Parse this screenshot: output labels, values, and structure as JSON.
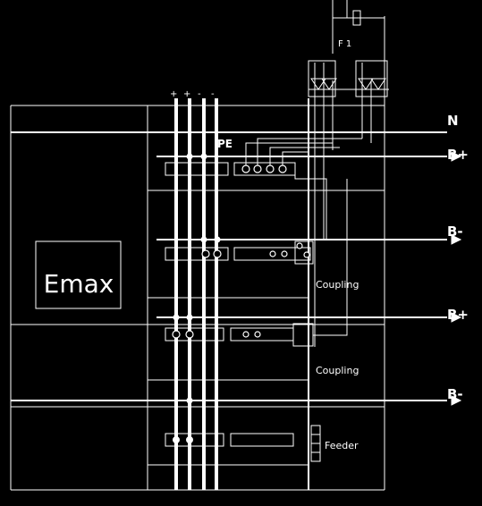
{
  "panel": {
    "label": "Emax"
  },
  "busbars": {
    "n": "N",
    "b_top": "B+",
    "b_mid": "B-",
    "b_lower": "B+",
    "b_bottom": "B-"
  },
  "vertical_bus": {
    "labels": [
      "+",
      "+",
      "-",
      "-"
    ]
  },
  "top_feed": {
    "label": "F 1"
  },
  "sections": {
    "coupling_1": "Coupling",
    "coupling_2": "Coupling",
    "feeder": "Feeder"
  },
  "markers": {
    "upper": "PE"
  },
  "colors": {
    "background": "#000000",
    "lines": "#ffffff"
  }
}
